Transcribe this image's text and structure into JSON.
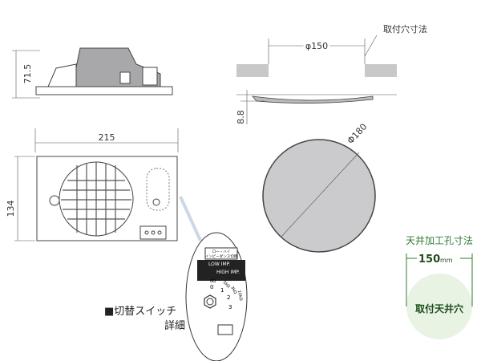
{
  "dimensions": {
    "side_height": "71.5",
    "hole_diameter": "φ150",
    "mount_hole_label": "取付穴寸法",
    "flange_height": "8.8",
    "front_width": "215",
    "front_height": "134",
    "grille_diameter": "Φ180"
  },
  "switch_detail": {
    "caption_line1": "■切替スイッチ",
    "caption_line2": "詳細",
    "title_line1": "ロー・ハイ",
    "title_line2": "インピーダンス切替",
    "low_imp": "LOW IMP.",
    "high_imp": "HIGH IMP.",
    "taps": [
      "8Ω",
      "5kΩ",
      "3kΩ",
      "10kΩ"
    ],
    "dial_positions": [
      "0",
      "1",
      "2",
      "3"
    ]
  },
  "ceiling_cut": {
    "title": "天井加工孔寸法",
    "size_value": "150",
    "size_unit": "mm",
    "circle_label": "取付天井穴"
  },
  "colors": {
    "green_text": "#2f7a2f",
    "green_circle": "#e8f3e4",
    "grille_fill": "#c9c9cb"
  }
}
